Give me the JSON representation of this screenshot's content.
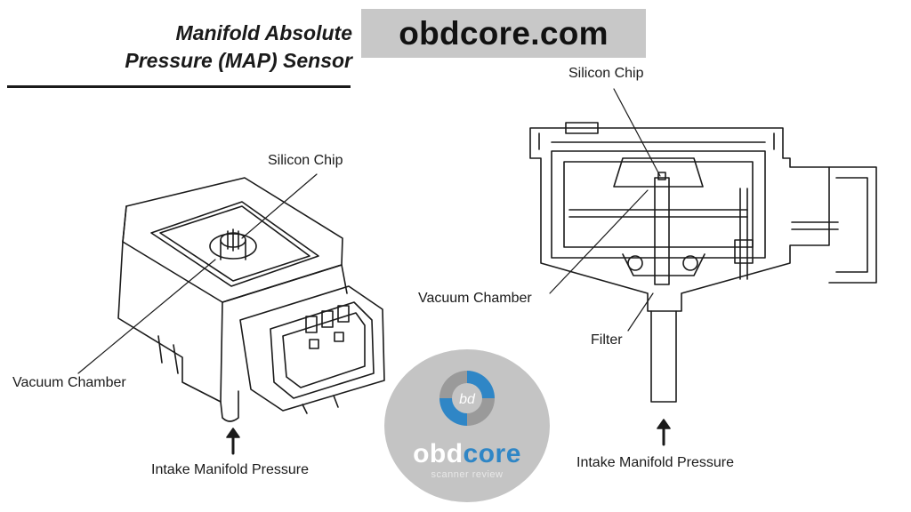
{
  "heading": {
    "line1": "Manifold Absolute",
    "line2": "Pressure (MAP) Sensor"
  },
  "banner": {
    "text": "obdcore.com"
  },
  "left_diagram": {
    "silicon_chip": "Silicon Chip",
    "vacuum_chamber": "Vacuum Chamber",
    "intake": "Intake Manifold Pressure"
  },
  "right_diagram": {
    "silicon_chip": "Silicon Chip",
    "vacuum_chamber": "Vacuum Chamber",
    "filter": "Filter",
    "intake": "Intake Manifold Pressure"
  },
  "watermark": {
    "monogram": "bd",
    "word_part1": "obd",
    "word_part2": "core",
    "tagline": "scanner review",
    "accent_color": "#2f86c6"
  }
}
